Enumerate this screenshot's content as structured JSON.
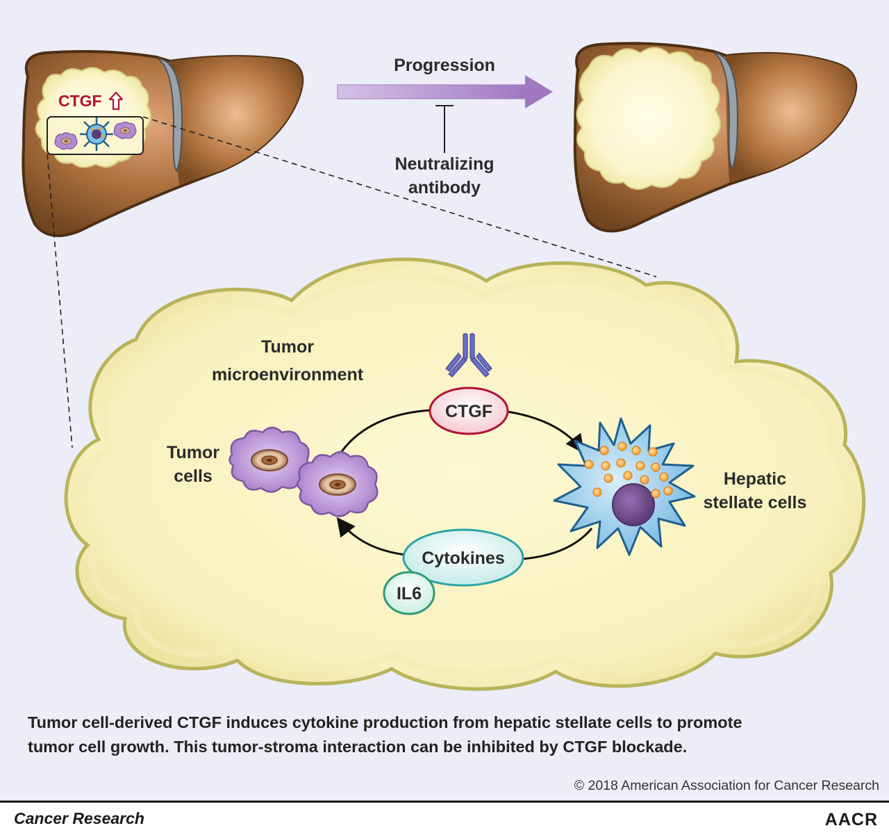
{
  "top": {
    "ctgf_marker": "CTGF",
    "progression_label": "Progression",
    "inhibitor_line1": "Neutralizing",
    "inhibitor_line2": "antibody"
  },
  "cloud": {
    "title_line1": "Tumor",
    "title_line2": "microenvironment",
    "ctgf_label": "CTGF",
    "cytokines_label": "Cytokines",
    "il6_label": "IL6",
    "tumor_cells_line1": "Tumor",
    "tumor_cells_line2": "cells",
    "stellate_line1": "Hepatic",
    "stellate_line2": "stellate cells"
  },
  "caption": {
    "line1": "Tumor cell-derived CTGF induces cytokine production from hepatic stellate cells to promote",
    "line2": "tumor cell growth. This tumor-stroma interaction can be inhibited by CTGF blockade."
  },
  "copyright": "© 2018 American Association for Cancer Research",
  "footer": {
    "journal": "Cancer Research",
    "logo": "AACR"
  },
  "colors": {
    "background": "#ecedf8",
    "liver": "#8a5a2c",
    "tumor_fill": "#fbf6cf",
    "cloud_border": "#b7b45a",
    "arrow_purple": "#a07ac0",
    "ctgf_red": "#b11236",
    "tumor_cell": "#a77dc9",
    "stellate": "#7cc0e6",
    "cytokine_teal": "#33a7a1"
  },
  "icons": [
    "up-arrow-icon",
    "antibody-icon",
    "tumor-cell-icon",
    "stellate-cell-icon",
    "liver-icon"
  ]
}
